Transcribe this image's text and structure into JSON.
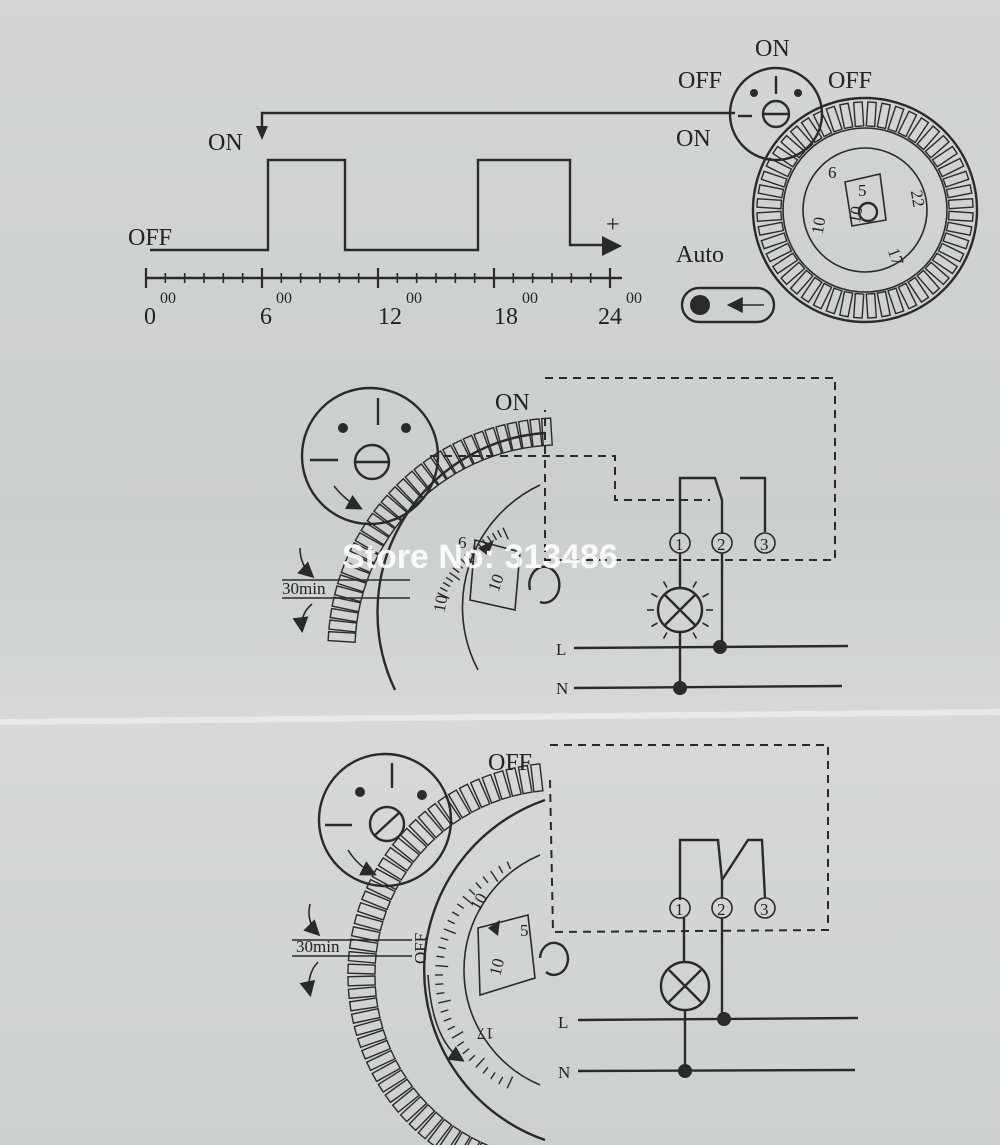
{
  "schedule": {
    "state_on": "ON",
    "state_off": "OFF",
    "plus": "+",
    "time_labels": [
      {
        "main": "0",
        "sup": "00"
      },
      {
        "main": "6",
        "sup": "00"
      },
      {
        "main": "12",
        "sup": "00"
      },
      {
        "main": "18",
        "sup": "00"
      },
      {
        "main": "24",
        "sup": "00"
      }
    ]
  },
  "selector": {
    "on": "ON",
    "off_left": "OFF",
    "off_right": "OFF",
    "on_left": "ON",
    "auto": "Auto"
  },
  "dial_numbers": {
    "n6": "6",
    "n10": "10",
    "n5": "5",
    "n22": "22",
    "n17": "17"
  },
  "circuit_on": {
    "state": "ON",
    "interval": "30min",
    "line_l": "L",
    "line_n": "N",
    "terminals": [
      "1",
      "2",
      "3"
    ],
    "dial_6": "6",
    "dial_10": "10",
    "dial_10b": "10"
  },
  "circuit_off": {
    "state": "OFF",
    "interval": "30min",
    "side_off": "OFF",
    "line_l": "L",
    "line_n": "N",
    "terminals": [
      "1",
      "2",
      "3"
    ],
    "dial_10": "10",
    "dial_5": "5",
    "dial_10b": "10",
    "dial_17": "17"
  },
  "watermark": "Store No: 313486"
}
